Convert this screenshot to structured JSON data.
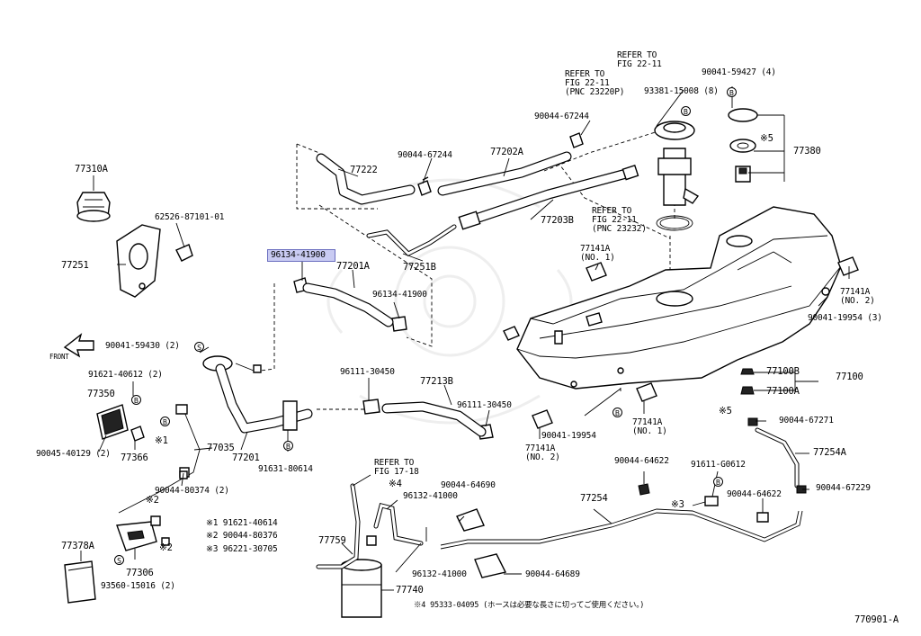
{
  "diagram_id": "770901-A",
  "highlighted_part": "96134-41900",
  "front_label": "FRONT",
  "refer_notes": {
    "top": "REFER TO\nFIG 22-11",
    "left_top": "REFER TO\nFIG 22-11\n(PNC 23220P)",
    "mid": "REFER TO\nFIG 22-11\n(PNC 23232)",
    "bottom": "REFER TO\nFIG 17-18"
  },
  "legend": {
    "n1": "※1 91621-40614",
    "n2": "※2 90044-80376",
    "n3": "※3 96221-30705",
    "n4": "※4 95333-04095 (ホースは必要な長さに切ってご使用ください。)"
  },
  "labels": {
    "p77310A": "77310A",
    "p62526": "62526-87101-01",
    "p77251": "77251",
    "p77222": "77222",
    "p90044_67244_a": "90044-67244",
    "p77202A": "77202A",
    "p90044_67244_b": "90044-67244",
    "p93381": "93381-15008 (8)",
    "p90041_59427": "90041-59427 (4)",
    "p5": "※5",
    "p77380": "77380",
    "p77203B": "77203B",
    "p77251B": "77251B",
    "p96134_hl": "96134-41900",
    "p77201A": "77201A",
    "p96134_b": "96134-41900",
    "p77141A_no1_top": "77141A\n(NO. 1)",
    "p77141A_no2_right": "77141A\n(NO. 2)",
    "p90041_19954_3": "90041-19954 (3)",
    "p90041_59430": "90041-59430 (2)",
    "p91621_40612": "91621-40612 (2)",
    "p77350": "77350",
    "p96111_a": "96111-30450",
    "p77213B": "77213B",
    "p96111_b": "96111-30450",
    "p77100B": "77100B",
    "p77100": "77100",
    "p77100A": "77100A",
    "p77141A_no1_bot": "77141A\n(NO. 1)",
    "p90041_19954": "90041-19954",
    "p77141A_no2_bot": "77141A\n(NO. 2)",
    "p5b": "※5",
    "p90044_67271": "90044-67271",
    "p77254A": "77254A",
    "p90045_40129": "90045-40129 (2)",
    "p77366": "77366",
    "p77035": "77035",
    "p77201": "77201",
    "p91631": "91631-80614",
    "p1": "※1",
    "p90044_80374": "90044-80374 (2)",
    "p2a": "※2",
    "p2b": "※2",
    "p4": "※4",
    "p96132_a": "96132-41000",
    "p90044_64690": "90044-64690",
    "p77254": "77254",
    "p90044_64622_a": "90044-64622",
    "p91611": "91611-G0612",
    "p90044_64622_b": "90044-64622",
    "p90044_67229": "90044-67229",
    "p3": "※3",
    "p77378A": "77378A",
    "p77306": "77306",
    "p93560": "93560-15016 (2)",
    "p77759": "77759",
    "p96132_b": "96132-41000",
    "p90044_64689": "90044-64689",
    "p77740": "77740"
  }
}
